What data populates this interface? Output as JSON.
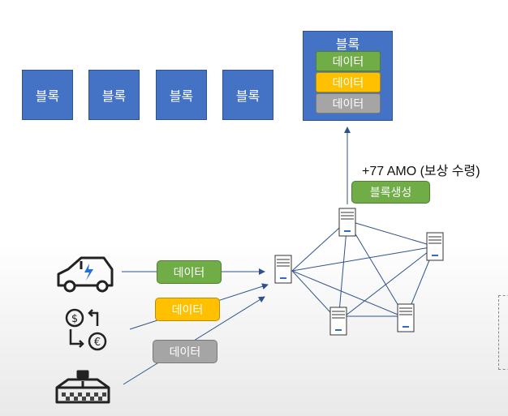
{
  "top_blocks": [
    "블록",
    "블록",
    "블록",
    "블록"
  ],
  "new_block": {
    "title": "블록",
    "items": [
      "데이터",
      "데이터",
      "데이터"
    ]
  },
  "reward_text": "+77 AMO (보상 수령)",
  "block_creation_label": "블록생성",
  "data_labels": [
    "데이터",
    "데이터",
    "데이터"
  ],
  "sources": [
    "electric-car-icon",
    "currency-exchange-icon",
    "taxi-icon"
  ],
  "colors": {
    "block": "#4472c4",
    "data_green": "#70ad47",
    "data_orange": "#ffc000",
    "data_gray": "#a5a5a5",
    "arrow": "#2f528f"
  }
}
